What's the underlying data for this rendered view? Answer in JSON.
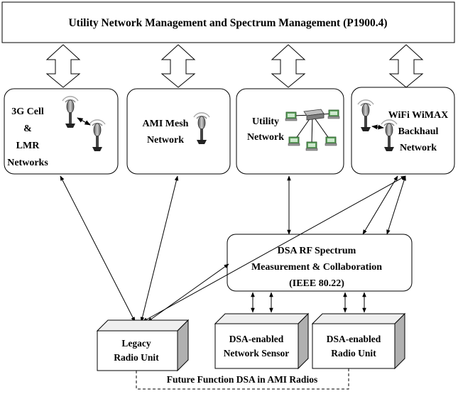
{
  "top_bar": {
    "title": "Utility Network Management and Spectrum Management (P1900.4)"
  },
  "networks": [
    {
      "lines": [
        "3G Cell",
        "&",
        "LMR",
        "Networks"
      ]
    },
    {
      "lines": [
        "AMI Mesh",
        "Network"
      ]
    },
    {
      "lines": [
        "Utility",
        "Network"
      ]
    },
    {
      "lines": [
        "WiFi WiMAX",
        "Backhaul",
        "Network"
      ]
    }
  ],
  "dsa_hub": {
    "lines": [
      "DSA RF Spectrum",
      "Measurement & Collaboration",
      "(IEEE 80.22)"
    ]
  },
  "radios": [
    {
      "lines": [
        "Legacy",
        "Radio Unit"
      ]
    },
    {
      "lines": [
        "DSA-enabled",
        "Network Sensor"
      ]
    },
    {
      "lines": [
        "DSA-enabled",
        "Radio Unit"
      ]
    }
  ],
  "future_label": "Future Function DSA in AMI Radios",
  "icons": [
    "radio-tower-icon",
    "network-switch-icon",
    "computer-node-icon"
  ]
}
